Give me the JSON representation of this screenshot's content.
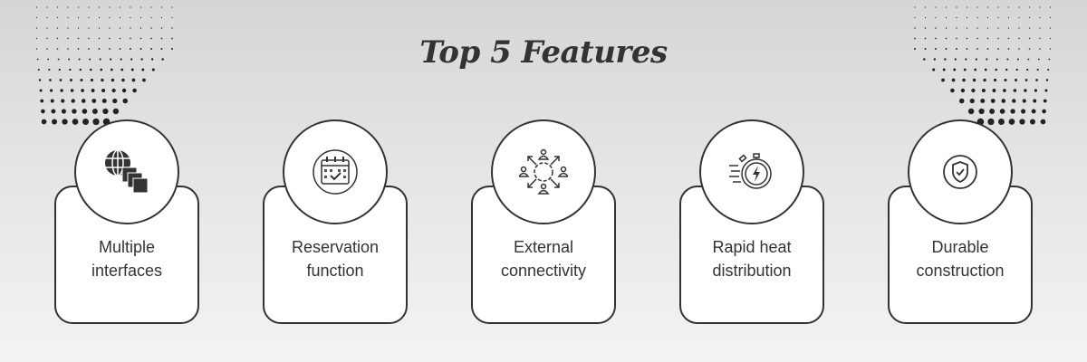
{
  "title": "Top 5 Features",
  "features": [
    {
      "line1": "Multiple",
      "line2": "interfaces",
      "icon": "globe-windows-icon"
    },
    {
      "line1": "Reservation",
      "line2": "function",
      "icon": "calendar-check-icon"
    },
    {
      "line1": "External",
      "line2": "connectivity",
      "icon": "network-people-icon"
    },
    {
      "line1": "Rapid heat",
      "line2": "distribution",
      "icon": "stopwatch-lightning-icon"
    },
    {
      "line1": "Durable",
      "line2": "construction",
      "icon": "shield-check-icon"
    }
  ]
}
